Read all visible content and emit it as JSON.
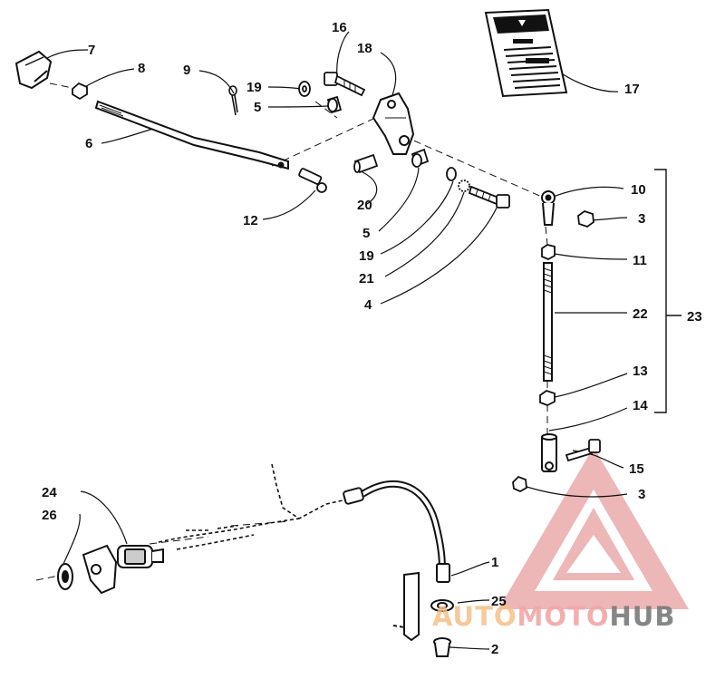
{
  "callouts": {
    "c1": "1",
    "c2": "2",
    "c3a": "3",
    "c3b": "3",
    "c4": "4",
    "c5a": "5",
    "c5b": "5",
    "c6": "6",
    "c7": "7",
    "c8": "8",
    "c9": "9",
    "c10": "10",
    "c11": "11",
    "c12": "12",
    "c13": "13",
    "c14": "14",
    "c15": "15",
    "c16": "16",
    "c17": "17",
    "c18": "18",
    "c19a": "19",
    "c19b": "19",
    "c20": "20",
    "c21": "21",
    "c22": "22",
    "c23": "23",
    "c24": "24",
    "c25": "25",
    "c26": "26"
  },
  "watermark": {
    "part1": "AUTO",
    "part2": "MOTO",
    "part3": "HUB",
    "color_triangle": "#e8a0a0",
    "color_accent": "#f5c08a",
    "color_grey": "#7a7a7a"
  }
}
